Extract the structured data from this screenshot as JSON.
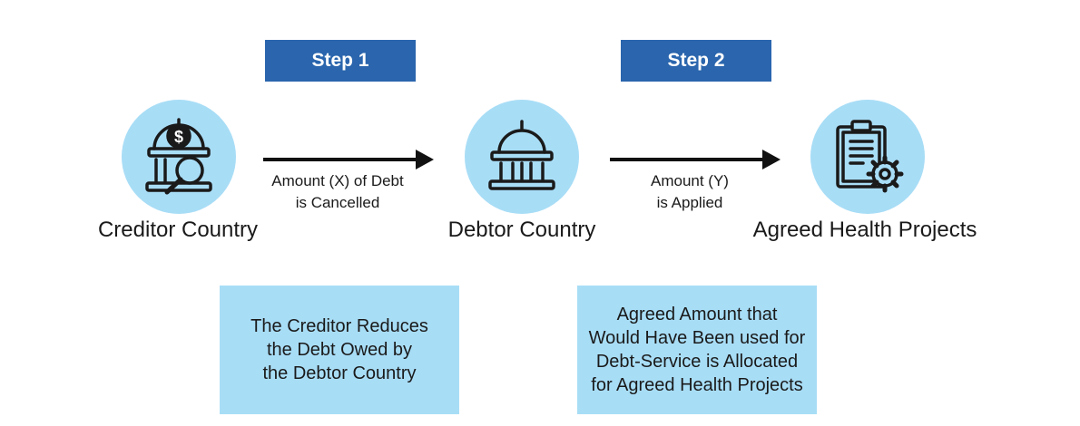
{
  "steps": [
    {
      "label": "Step 1"
    },
    {
      "label": "Step 2"
    }
  ],
  "nodes": [
    {
      "label": "Creditor Country",
      "icon": "bank-dollar-magnifier-icon"
    },
    {
      "label": "Debtor Country",
      "icon": "government-building-icon"
    },
    {
      "label": "Agreed Health Projects",
      "icon": "clipboard-gear-icon"
    }
  ],
  "arrows": [
    {
      "line1": "Amount (X) of Debt",
      "line2": "is Cancelled"
    },
    {
      "line1": "Amount (Y)",
      "line2": "is Applied"
    }
  ],
  "descriptions": [
    {
      "lines": [
        "The Creditor Reduces",
        "the Debt Owed by",
        "the Debtor Country"
      ]
    },
    {
      "lines": [
        "Agreed Amount that",
        "Would Have Been used for",
        "Debt-Service is Allocated",
        "for Agreed Health Projects"
      ]
    }
  ],
  "colors": {
    "step_fill": "#2a65ad",
    "circle_fill": "#a8ddf6",
    "desc_fill": "#a8ddf6",
    "icon_stroke": "#1a1a1a"
  }
}
